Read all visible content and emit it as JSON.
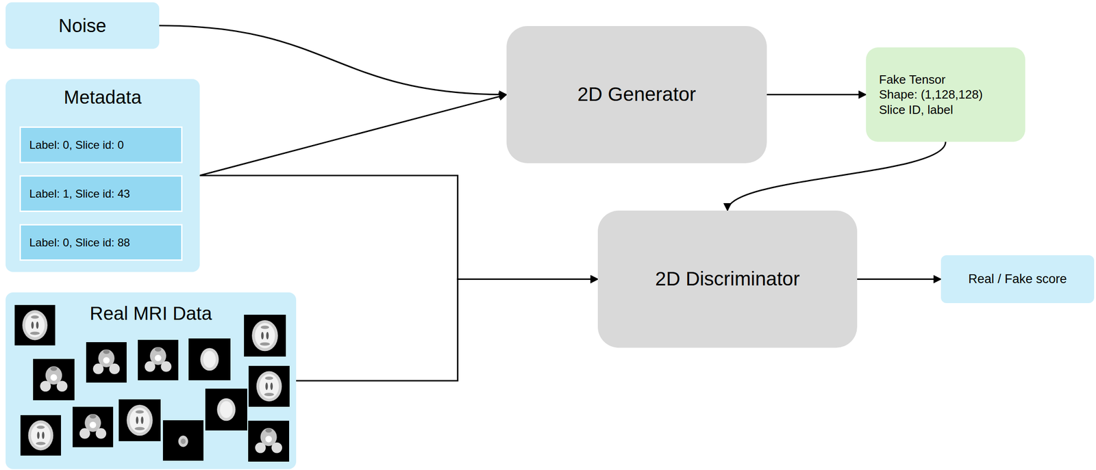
{
  "diagram": {
    "nodes": [
      {
        "text": [
          "Noise"
        ]
      },
      {
        "text": [
          "Metadata"
        ]
      },
      {
        "text": [
          "Label: 0, Slice id: 0"
        ],
        "in": 1
      },
      {
        "text": [
          "Label: 1, Slice id: 43"
        ],
        "in": 1
      },
      {
        "text": [
          "Label: 0, Slice id: 88"
        ],
        "in": 1
      },
      {
        "text": [
          "Real MRI Data"
        ]
      },
      {
        "text": [
          "2D Generator"
        ]
      },
      {
        "text": [
          "Fake Tensor",
          "Shape: (1,128,128)",
          "Slice ID, label"
        ]
      },
      {
        "text": [
          "2D Discriminator"
        ]
      },
      {
        "text": [
          "Real / Fake score"
        ]
      }
    ],
    "edges": [
      {
        "from": 0,
        "to": 6,
        "arrow": "to"
      },
      {
        "from": 1,
        "to": 6,
        "arrow": "to"
      },
      {
        "from": 1,
        "to": 8,
        "arrow": "to"
      },
      {
        "from": 5,
        "to": 8,
        "arrow": "to"
      },
      {
        "from": 6,
        "to": 7,
        "arrow": "to"
      },
      {
        "from": 7,
        "to": 8,
        "arrow": "to"
      },
      {
        "from": 8,
        "to": 9,
        "arrow": "to"
      }
    ]
  }
}
